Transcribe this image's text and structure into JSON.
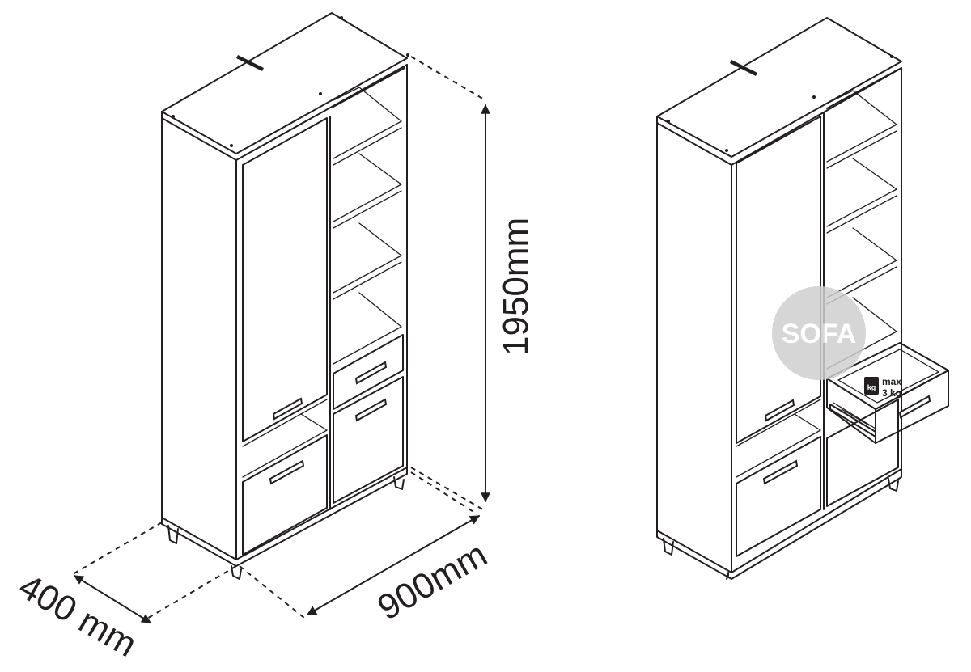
{
  "dimensions": {
    "height": "1950mm",
    "width": "900mm",
    "depth": "400 mm"
  },
  "drawer_load": {
    "badge": "kg",
    "line1": "max",
    "line2": "3 kg"
  },
  "watermark": {
    "text": "SOFA"
  }
}
